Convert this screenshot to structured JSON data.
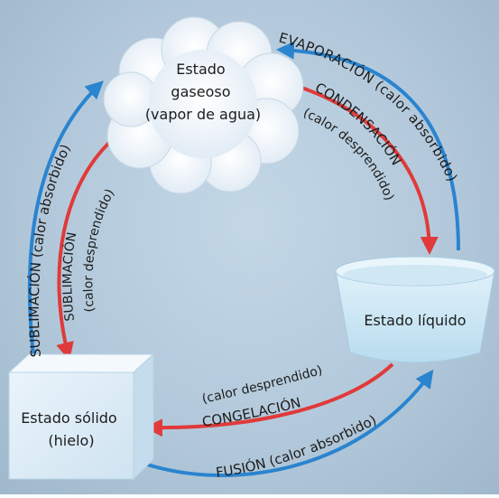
{
  "colors": {
    "absorbed": "#2a84cf",
    "released": "#e03a3a"
  },
  "states": {
    "gas": [
      "Estado",
      "gaseoso",
      "(vapor de agua)"
    ],
    "liquid": "Estado líquido",
    "solid": [
      "Estado sólido",
      "(hielo)"
    ]
  },
  "processes": {
    "evaporation": "EVAPORACIÓN (calor absorbido)",
    "condensation_name": "CONDENSACIÓN",
    "condensation_heat": "(calor desprendido)",
    "sublimation_up": "SUBLIMACIÓN (calor absorbido)",
    "sublimation_down_name": "SUBLIMACIÓN",
    "sublimation_down_heat": "(calor desprendido)",
    "freezing_heat": "(calor desprendido)",
    "freezing_name": "CONGELACIÓN",
    "fusion": "FUSIÓN (calor absorbido)"
  }
}
